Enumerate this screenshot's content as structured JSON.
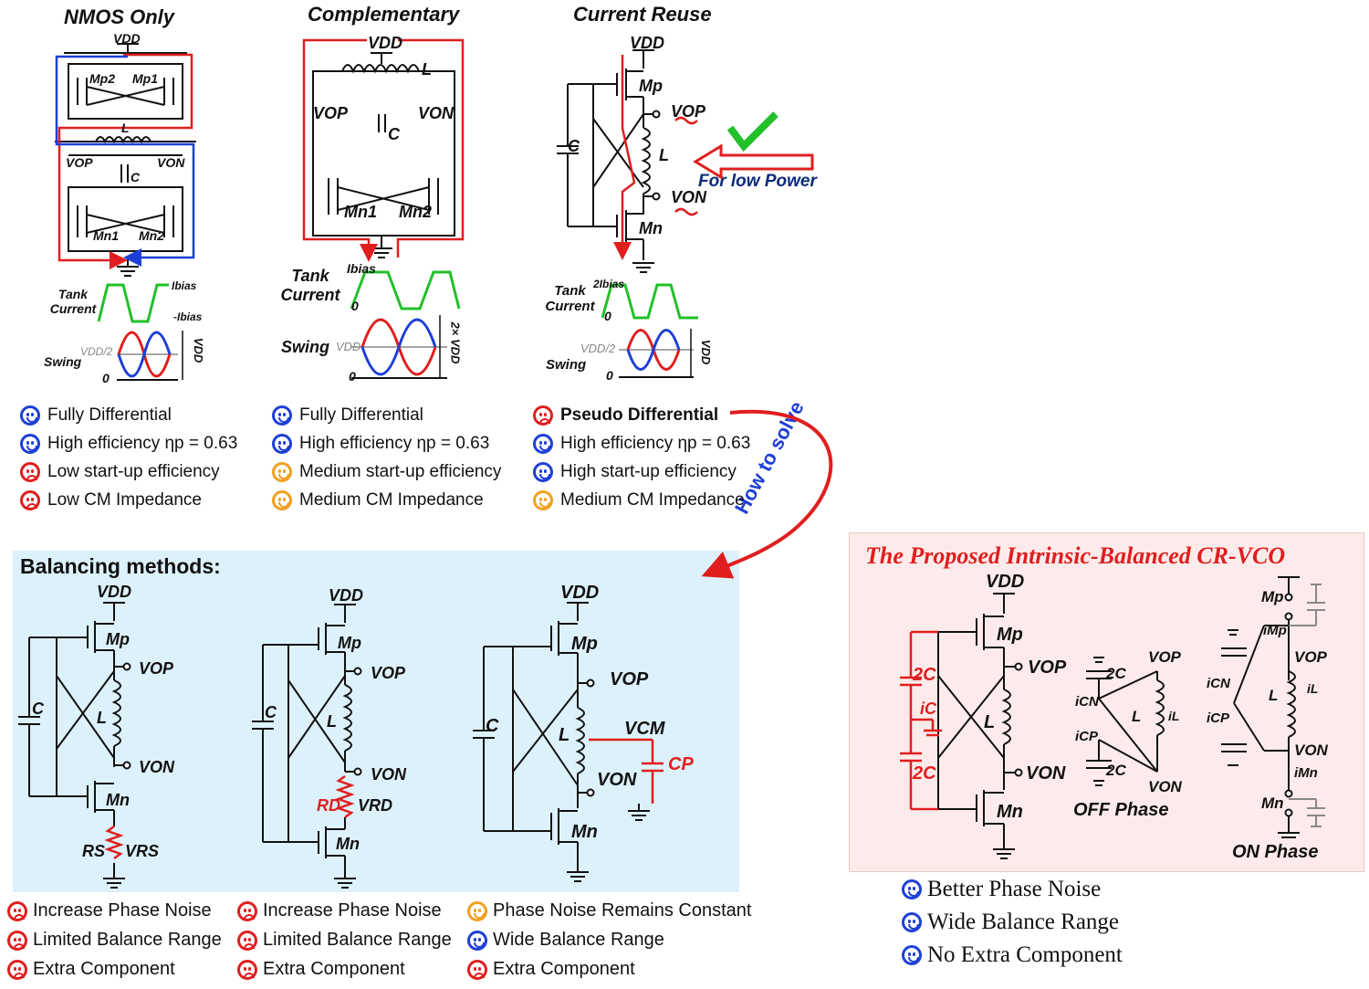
{
  "headings": {
    "nmos": "NMOS Only",
    "complementary": "Complementary",
    "current_reuse": "Current Reuse",
    "for_low_power": "For low Power",
    "how_to_solve": "How to solve",
    "balancing_methods": "Balancing methods:",
    "proposed": "The Proposed Intrinsic-Balanced CR-VCO",
    "off_phase": "OFF Phase",
    "on_phase": "ON Phase"
  },
  "labels": {
    "vdd": "VDD",
    "vop": "VOP",
    "von": "VON",
    "l": "L",
    "c": "C",
    "mp": "Mp",
    "mn": "Mn",
    "mp1": "Mp1",
    "mp2": "Mp2",
    "mn1": "Mn1",
    "mn2": "Mn2",
    "tank_current": "Tank Current",
    "swing": "Swing",
    "ibias": "Ibias",
    "neg_ibias": "-Ibias",
    "two_ibias": "2Ibias",
    "zero": "0",
    "vdd_half": "VDD/2",
    "vdd_swing": "VDD",
    "two_vdd": "2× VDD",
    "rs": "RS",
    "vrs": "VRS",
    "rd": "RD",
    "vrd": "VRD",
    "vcm": "VCM",
    "cp": "CP",
    "two_c": "2C",
    "ic": "iC",
    "icn": "iCN",
    "icp": "iCP",
    "imp": "iMp",
    "imn": "iMn",
    "il": "iL"
  },
  "topologies": [
    {
      "notes": [
        {
          "mood": "happy",
          "color": "blue",
          "text": "Fully Differential"
        },
        {
          "mood": "happy",
          "color": "blue",
          "text": "High efficiency ηp = 0.63"
        },
        {
          "mood": "sad",
          "color": "red",
          "text": "Low start-up efficiency"
        },
        {
          "mood": "sad",
          "color": "red",
          "text": "Low CM Impedance"
        }
      ]
    },
    {
      "notes": [
        {
          "mood": "happy",
          "color": "blue",
          "text": "Fully Differential"
        },
        {
          "mood": "happy",
          "color": "blue",
          "text": "High efficiency ηp = 0.63"
        },
        {
          "mood": "neutral",
          "color": "orange",
          "text": "Medium start-up efficiency"
        },
        {
          "mood": "neutral",
          "color": "orange",
          "text": "Medium CM Impedance"
        }
      ]
    },
    {
      "notes": [
        {
          "mood": "sad",
          "color": "red",
          "text": "Pseudo Differential"
        },
        {
          "mood": "happy",
          "color": "blue",
          "text": "High efficiency ηp = 0.63"
        },
        {
          "mood": "happy",
          "color": "blue",
          "text": "High start-up efficiency"
        },
        {
          "mood": "neutral",
          "color": "orange",
          "text": "Medium CM Impedance"
        }
      ]
    }
  ],
  "balancing": [
    {
      "notes": [
        {
          "mood": "sad",
          "color": "red",
          "text": "Increase Phase Noise"
        },
        {
          "mood": "sad",
          "color": "red",
          "text": "Limited Balance Range"
        },
        {
          "mood": "sad",
          "color": "red",
          "text": "Extra Component"
        }
      ]
    },
    {
      "notes": [
        {
          "mood": "sad",
          "color": "red",
          "text": "Increase Phase Noise"
        },
        {
          "mood": "sad",
          "color": "red",
          "text": "Limited Balance Range"
        },
        {
          "mood": "sad",
          "color": "red",
          "text": "Extra Component"
        }
      ]
    },
    {
      "notes": [
        {
          "mood": "neutral",
          "color": "orange",
          "text": "Phase Noise Remains Constant"
        },
        {
          "mood": "happy",
          "color": "blue",
          "text": "Wide Balance Range"
        },
        {
          "mood": "sad",
          "color": "red",
          "text": "Extra Component"
        }
      ]
    }
  ],
  "proposed_notes": [
    {
      "mood": "happy",
      "color": "blue",
      "text": "Better Phase Noise"
    },
    {
      "mood": "happy",
      "color": "blue",
      "text": "Wide Balance Range"
    },
    {
      "mood": "happy",
      "color": "blue",
      "text": "No Extra Component"
    }
  ],
  "colors": {
    "red": "#e01e1e",
    "blue": "#1e3fd6",
    "green": "#22c02a",
    "orange": "#f0a020",
    "gray": "#888888",
    "navy": "#0a2a7a"
  }
}
